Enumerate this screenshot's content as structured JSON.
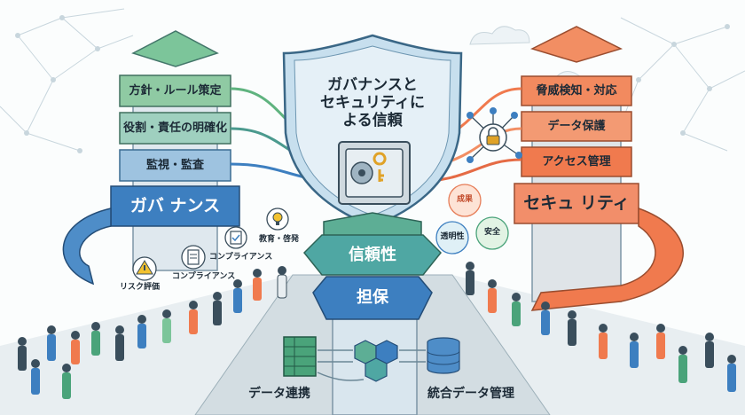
{
  "shield": {
    "title_line1": "ガバナンスと",
    "title_line2": "セキュリティに",
    "title_line3": "よる信頼"
  },
  "governance_tower": {
    "label": "ガバ ナンス",
    "levels": [
      "方針・ルール策定",
      "役割・責任の明確化",
      "監視・監査"
    ]
  },
  "security_tower": {
    "label": "セキュ リティ",
    "levels": [
      "脅威検知・対応",
      "データ保護",
      "アクセス管理"
    ]
  },
  "center_pillar": {
    "trust": "信頼性",
    "assurance": "担保"
  },
  "side_icons": {
    "risk": "リスク評価",
    "compliance1": "コンプライアンス",
    "compliance2": "コンプライアンス",
    "education": "教育・啓発"
  },
  "bubbles": {
    "result": "成果",
    "transparency": "透明性",
    "safety": "安全"
  },
  "bottom": {
    "data_integration": "データ連携",
    "integrated_management": "統合データ管理"
  },
  "colors": {
    "governance_green": "#8cc7a1",
    "governance_blue": "#3d7fc0",
    "security_orange": "#f07a4e",
    "pillar_teal": "#4fa7a3",
    "shield_blue": "#c7dfee"
  }
}
